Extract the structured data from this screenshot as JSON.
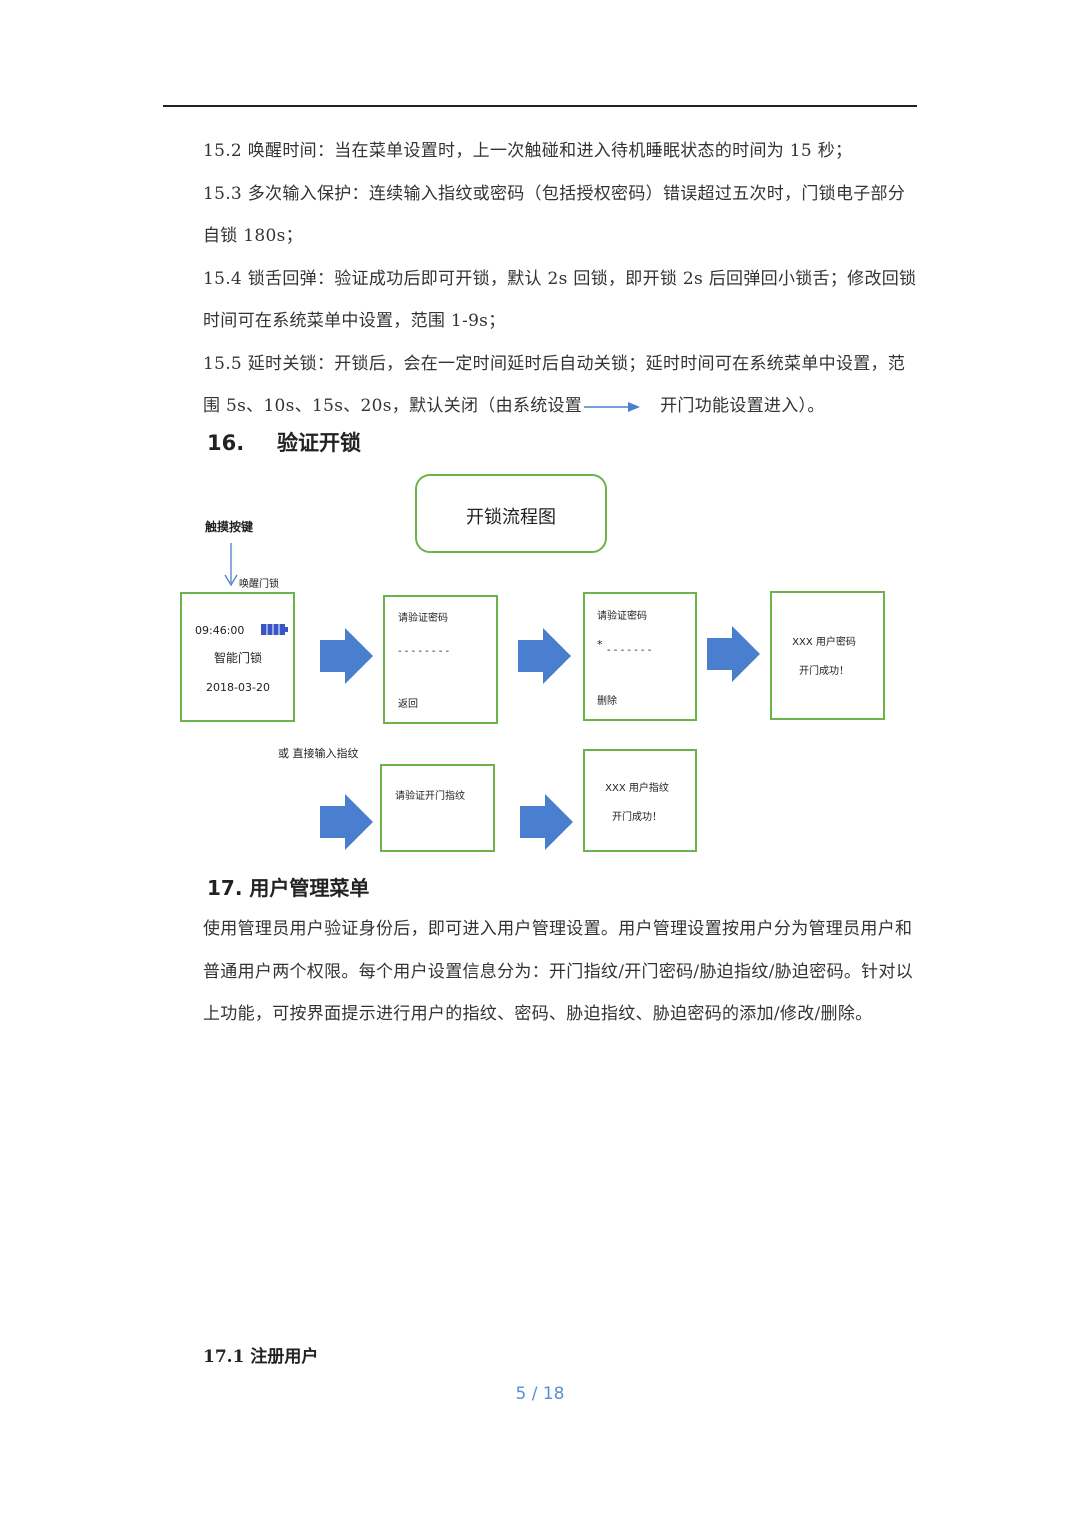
{
  "paragraphs_top": [
    "15.2 唤醒时间：当在菜单设置时，上一次触碰和进入待机睡眠状态的时间为 15 秒；",
    "15.3 多次输入保护：连续输入指纹或密码（包括授权密码）错误超过五次时，门锁电子部分自锁 180s；",
    "15.4 锁舌回弹：验证成功后即可开锁，默认 2s 回锁，即开锁 2s 后回弹回小锁舌；修改回锁时间可在系统菜单中设置，范围 1-9s；",
    "15.5 延时关锁：开锁后，会在一定时间延时后自动关锁；延时时间可在系统菜单中设置，范围 5s、10s、15s、20s，默认关闭（由系统设置",
    "开门功能设置进入）。"
  ],
  "section16": {
    "number": "16.",
    "title": "验证开锁"
  },
  "diagram": {
    "title": "开锁流程图",
    "touch_label": "触摸按键",
    "wake_label": "唤醒门锁",
    "screen1": {
      "time": "09:46:00",
      "name": "智能门锁",
      "date": "2018-03-20"
    },
    "screen2": {
      "prompt": "请验证密码",
      "dashes": "- - - - - - - -",
      "back": "返回"
    },
    "screen3": {
      "prompt": "请验证密码",
      "star": "*",
      "dashes": "- - - - - - -",
      "delete": "删除"
    },
    "screen4": {
      "line1": "XXX 用户密码",
      "line2": "开门成功！"
    },
    "alt_label": "或  直接输入指纹",
    "screen5": {
      "prompt": "请验证开门指纹"
    },
    "screen6": {
      "line1": "XXX 用户指纹",
      "line2": "开门成功！"
    },
    "colors": {
      "box_border": "#6bb34a",
      "arrow": "#4a7fd0",
      "battery": "#3a55c8"
    }
  },
  "section17": {
    "title": "17. 用户管理菜单"
  },
  "paragraphs_17": [
    "使用管理员用户验证身份后，即可进入用户管理设置。用户管理设置按用户分为管理员用户和普通用户两个权限。每个用户设置信息分为：开门指纹/开门密码/胁迫指纹/胁迫密码。针对以上功能，可按界面提示进行用户的指纹、密码、胁迫指纹、胁迫密码的添加/修改/删除。"
  ],
  "section171": {
    "title": "17.1 注册用户"
  },
  "page_number": "5 / 18"
}
